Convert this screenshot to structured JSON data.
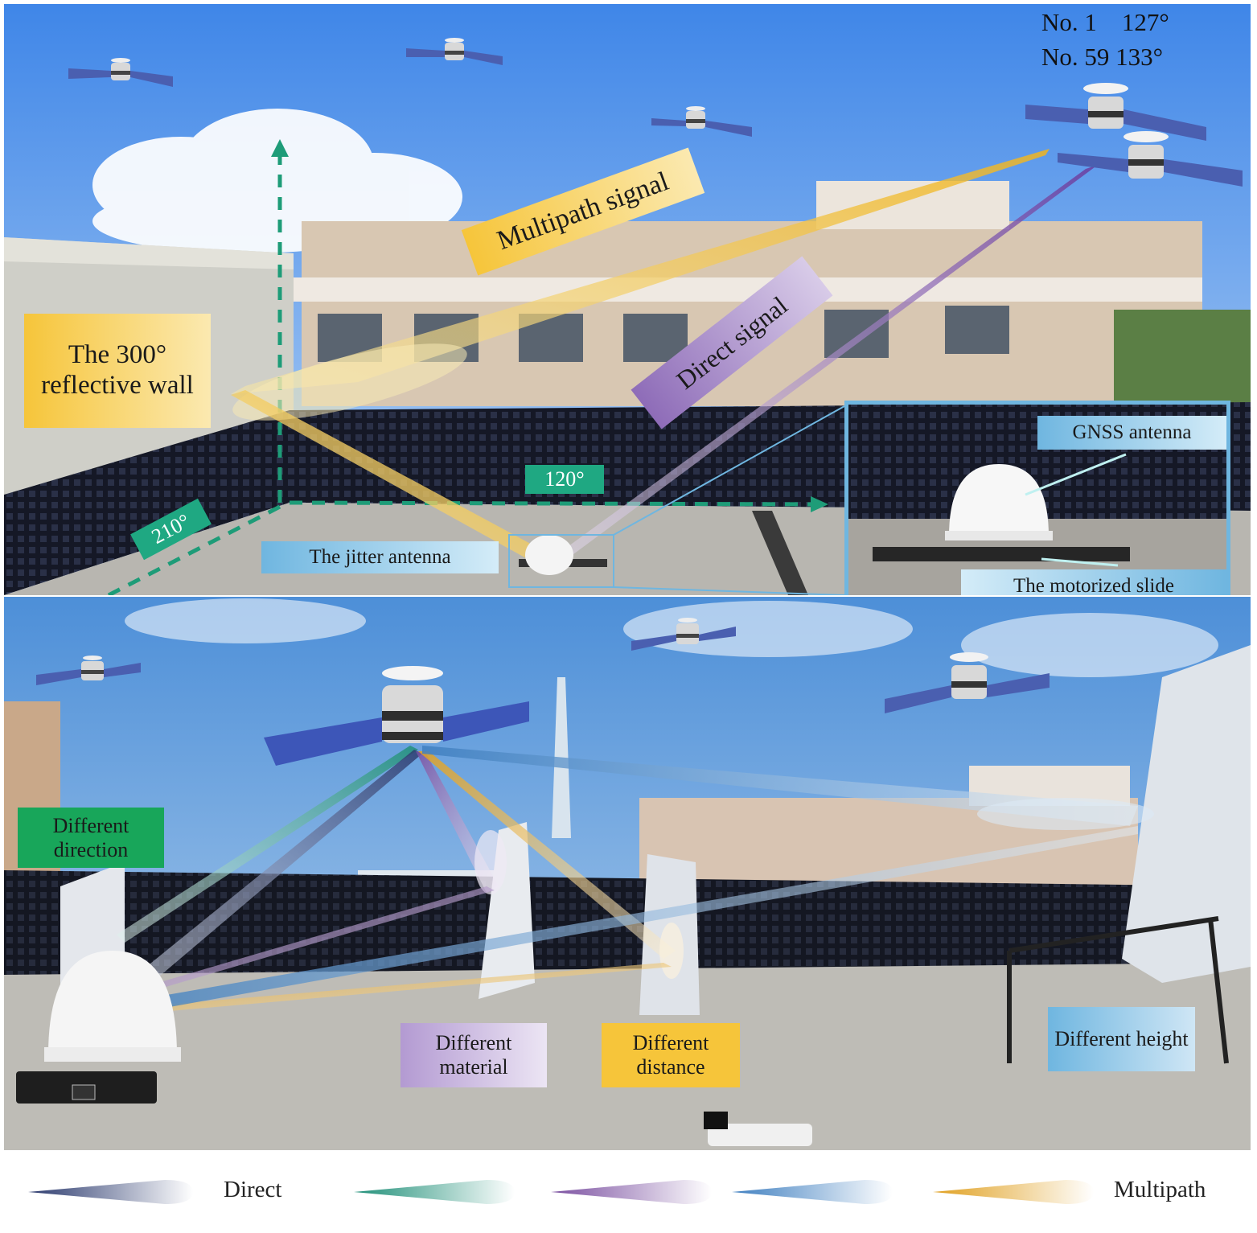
{
  "top": {
    "elevations": [
      "No. 1    127°",
      "No. 59 133°"
    ],
    "labels": {
      "reflective_wall": "The 300° reflective wall",
      "multipath": "Multipath signal",
      "direct": "Direct signal",
      "gnss_antenna": "GNSS antenna",
      "motorized_slide": "The motorized slide",
      "jitter_antenna": "The jitter antenna",
      "angle_120": "120°",
      "angle_210": "210°"
    }
  },
  "bottom": {
    "labels": {
      "diff_direction": "Different direction",
      "diff_material": "Different material",
      "diff_distance": "Different distance",
      "diff_height": "Different height"
    }
  },
  "legend": {
    "direct": "Direct",
    "multipath": "Multipath",
    "colors": [
      "#2b3a6e",
      "#1f8f78",
      "#7a4fa0",
      "#3f7fc0",
      "#e0a020"
    ]
  },
  "colors": {
    "multipath_gold": "#f0b41e",
    "direct_purple": "#7b52a8",
    "label_blue": "#6fb6e0",
    "label_green": "#18a65a",
    "label_gold": "#f6c53a",
    "label_purple": "#c8b6de",
    "dashed_green": "#1e9c78"
  }
}
